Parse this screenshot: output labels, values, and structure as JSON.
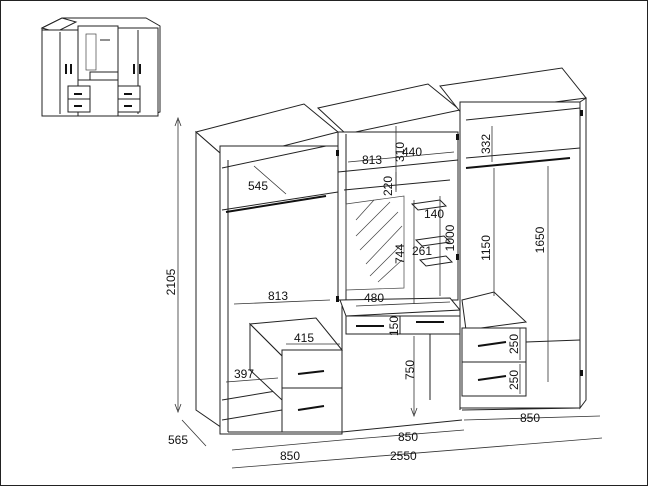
{
  "dimensions": {
    "total_height": "2105",
    "depth": "565",
    "left_width": "850",
    "middle_width": "850",
    "right_width": "850",
    "total_width": "2550",
    "left_rail_depth": "545",
    "left_upper_span": "813",
    "drawer_unit_width": "415",
    "lower_shelf_width": "397",
    "mid_top_height": "310",
    "mid_top_width": "440",
    "mid_upper_span": "813",
    "mid_second_height": "220",
    "mirror_shelf_width": "140",
    "mirror_height": "744",
    "side_shelf_width": "261",
    "mid_height_1000": "1000",
    "desk_width": "480",
    "desk_drawer_height": "150",
    "desk_height": "750",
    "right_top_height": "332",
    "right_hang_height": "1150",
    "right_hang_height_2": "1650",
    "right_drawer_1": "250",
    "right_drawer_2": "250"
  },
  "colors": {
    "line": "#222222",
    "background": "#ffffff"
  }
}
